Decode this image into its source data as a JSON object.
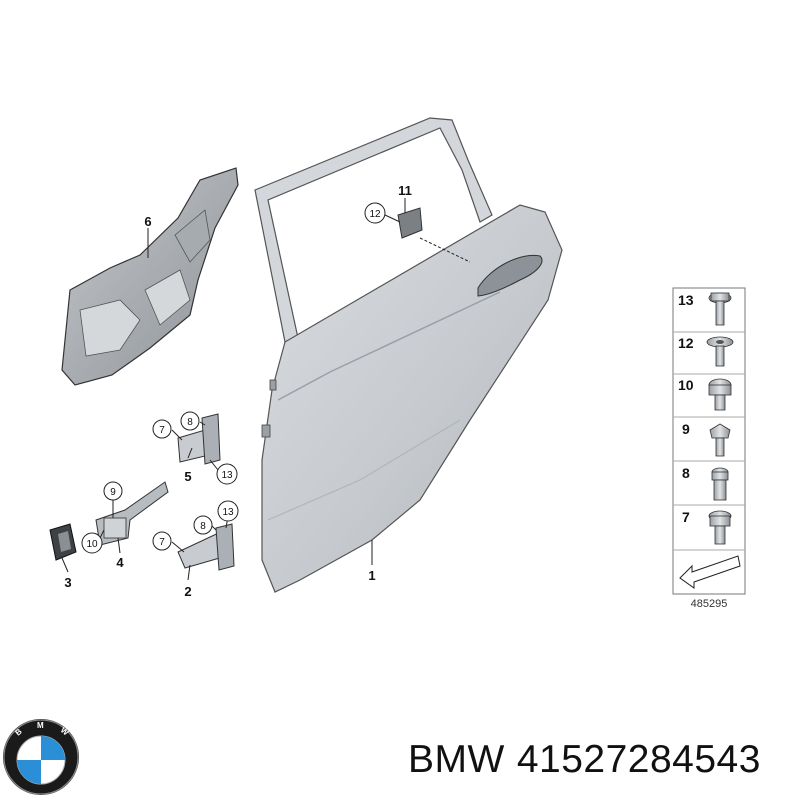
{
  "diagram": {
    "callouts": {
      "door": "1",
      "hinge_lower": "2",
      "seal": "3",
      "check_strap": "4",
      "hinge_upper": "5",
      "trim_carrier": "6",
      "handle_trim": "11"
    },
    "circled": {
      "upper_hinge_7": "7",
      "upper_hinge_8": "8",
      "upper_hinge_13": "13",
      "lower_hinge_7": "7",
      "lower_hinge_8": "8",
      "lower_hinge_13": "13",
      "strap_9": "9",
      "strap_10": "10",
      "handle_12": "12"
    },
    "legend": [
      "13",
      "12",
      "10",
      "9",
      "8",
      "7"
    ],
    "reference_number": "485295"
  },
  "caption": {
    "brand": "BMW",
    "part_number": "41527284543"
  },
  "colors": {
    "door_fill": "#c9cdd2",
    "door_shade": "#a9aeb4",
    "line": "#222222",
    "logo_blue": "#2a8fd6"
  }
}
